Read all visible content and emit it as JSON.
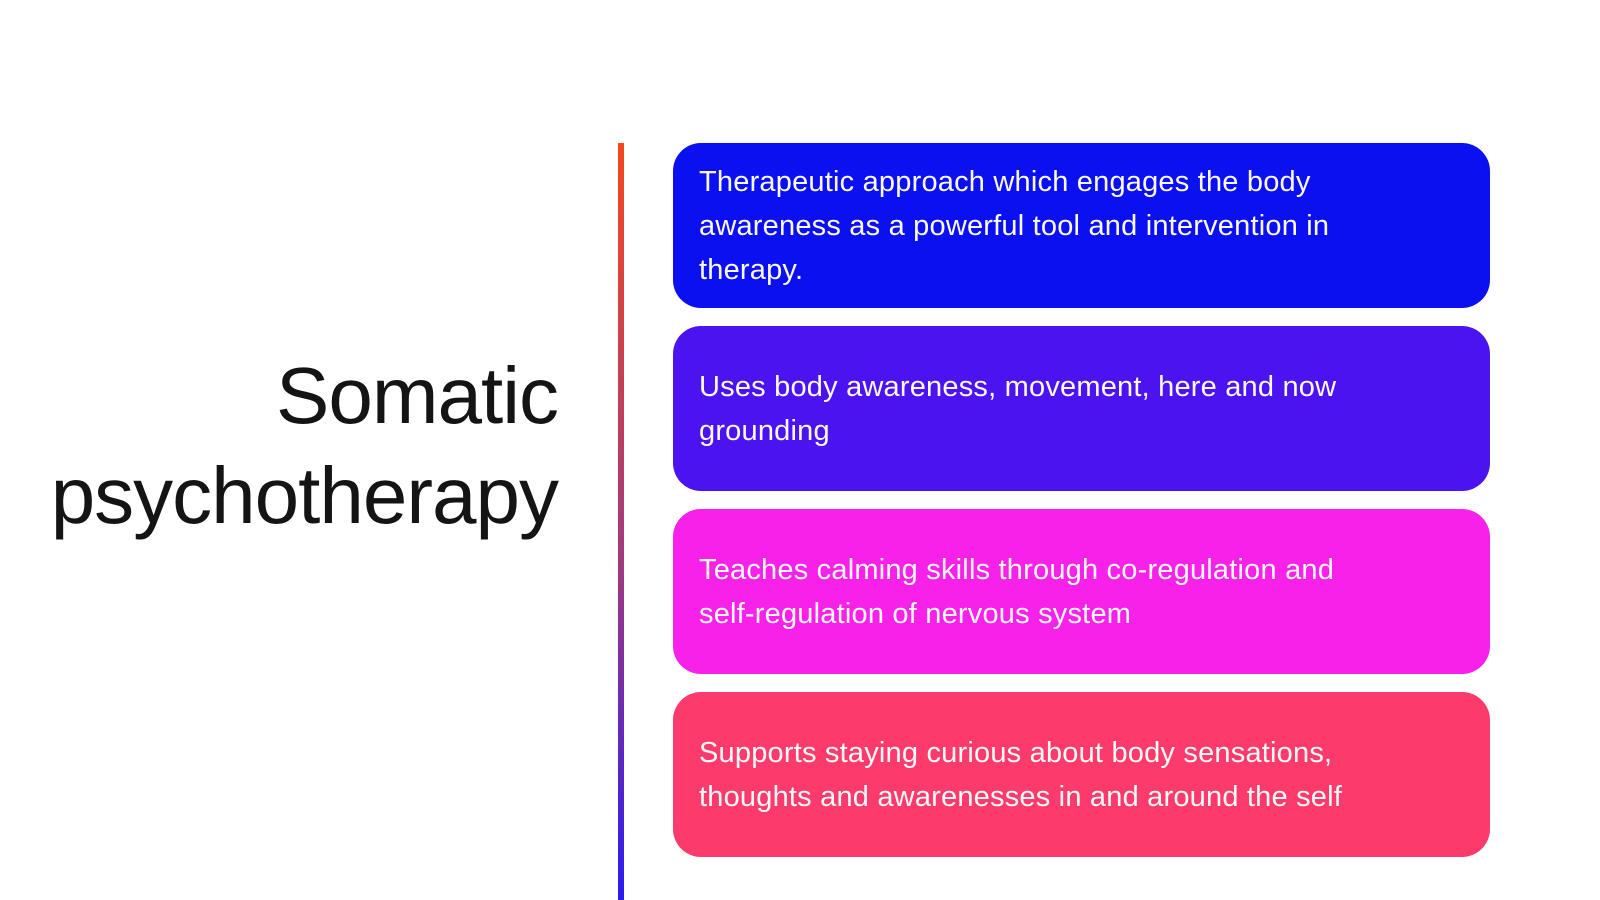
{
  "slide": {
    "title": "Somatic\npsychotherapy",
    "background_color": "#ffffff",
    "title_color": "#141414"
  },
  "divider": {
    "top": "#f4471d",
    "mid": "#a23a80",
    "bottom": "#2a1bf0"
  },
  "boxes": [
    {
      "text": "Therapeutic approach which engages the body\nawareness as a powerful tool and intervention in\ntherapy.",
      "color": "#0b10f1",
      "text_color": "#fbf9f7"
    },
    {
      "text": "Uses body awareness, movement, here and now\ngrounding",
      "color": "#4c13f1",
      "text_color": "#fbf9f7"
    },
    {
      "text": "Teaches calming skills through co-regulation and\nself-regulation of nervous system",
      "color": "#f721e9",
      "text_color": "#fbf9f7"
    },
    {
      "text": "Supports staying curious about body sensations,\nthoughts and awarenesses in and around the self",
      "color": "#fc3a6c",
      "text_color": "#fbf9f7"
    }
  ]
}
